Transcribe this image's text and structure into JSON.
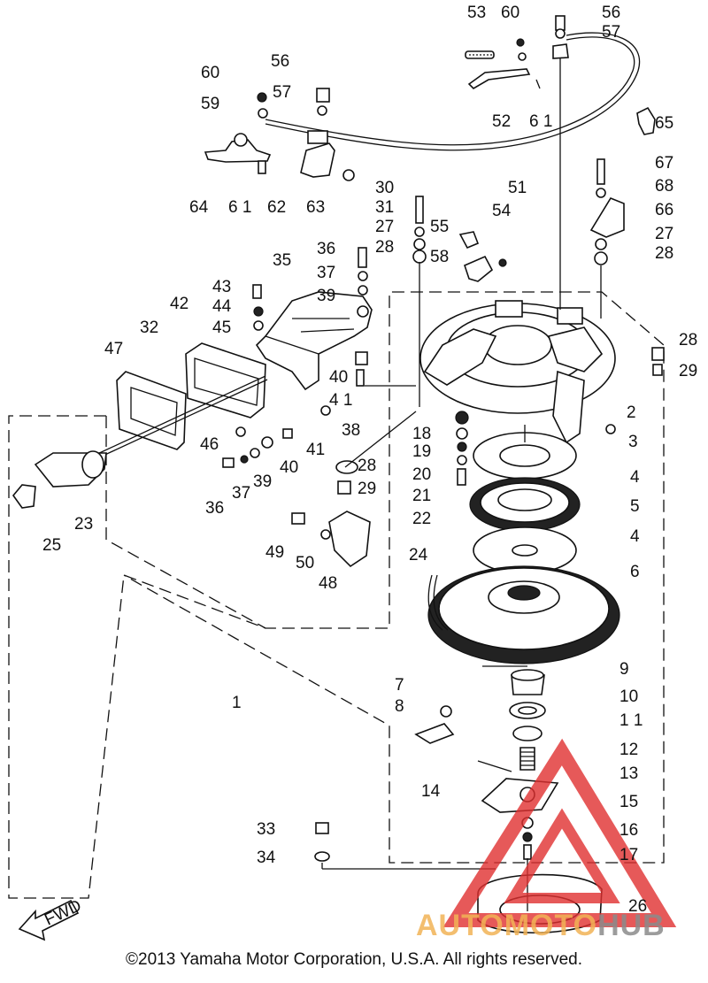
{
  "diagram": {
    "direction_label": "FWD",
    "copyright": "©2013 Yamaha Motor Corporation, U.S.A. All rights reserved.",
    "watermark": {
      "text_left": "AUTOMOTO",
      "text_right": "HUB",
      "color_main": "#f2b356",
      "color_hub": "#8b8b8b",
      "triangle_color": "#e03030"
    },
    "callouts": [
      {
        "id": "c53",
        "text": "53"
      },
      {
        "id": "c60a",
        "text": "60"
      },
      {
        "id": "c56a",
        "text": "56"
      },
      {
        "id": "c57a",
        "text": "57"
      },
      {
        "id": "c65",
        "text": "65"
      },
      {
        "id": "c52",
        "text": "52"
      },
      {
        "id": "c61a",
        "text": "6 1"
      },
      {
        "id": "c60b",
        "text": "60"
      },
      {
        "id": "c56b",
        "text": "56"
      },
      {
        "id": "c59",
        "text": "59"
      },
      {
        "id": "c57b",
        "text": "57"
      },
      {
        "id": "c64",
        "text": "64"
      },
      {
        "id": "c61b",
        "text": "6 1"
      },
      {
        "id": "c62",
        "text": "62"
      },
      {
        "id": "c63",
        "text": "63"
      },
      {
        "id": "c51",
        "text": "51"
      },
      {
        "id": "c67",
        "text": "67"
      },
      {
        "id": "c68",
        "text": "68"
      },
      {
        "id": "c66",
        "text": "66"
      },
      {
        "id": "c27a",
        "text": "27"
      },
      {
        "id": "c28a",
        "text": "28"
      },
      {
        "id": "c30",
        "text": "30"
      },
      {
        "id": "c31",
        "text": "31"
      },
      {
        "id": "c27b",
        "text": "27"
      },
      {
        "id": "c28b",
        "text": "28"
      },
      {
        "id": "c55",
        "text": "55"
      },
      {
        "id": "c54",
        "text": "54"
      },
      {
        "id": "c58",
        "text": "58"
      },
      {
        "id": "c36a",
        "text": "36"
      },
      {
        "id": "c37a",
        "text": "37"
      },
      {
        "id": "c39a",
        "text": "39"
      },
      {
        "id": "c35",
        "text": "35"
      },
      {
        "id": "c43",
        "text": "43"
      },
      {
        "id": "c44",
        "text": "44"
      },
      {
        "id": "c45",
        "text": "45"
      },
      {
        "id": "c42",
        "text": "42"
      },
      {
        "id": "c32",
        "text": "32"
      },
      {
        "id": "c47",
        "text": "47"
      },
      {
        "id": "c28c",
        "text": "28"
      },
      {
        "id": "c29a",
        "text": "29"
      },
      {
        "id": "c40a",
        "text": "40"
      },
      {
        "id": "c41a",
        "text": "4 1"
      },
      {
        "id": "c2",
        "text": "2"
      },
      {
        "id": "c3",
        "text": "3"
      },
      {
        "id": "c38",
        "text": "38"
      },
      {
        "id": "c18",
        "text": "18"
      },
      {
        "id": "c19",
        "text": "19"
      },
      {
        "id": "c20",
        "text": "20"
      },
      {
        "id": "c21",
        "text": "21"
      },
      {
        "id": "c22",
        "text": "22"
      },
      {
        "id": "c46",
        "text": "46"
      },
      {
        "id": "c41b",
        "text": "41"
      },
      {
        "id": "c40b",
        "text": "40"
      },
      {
        "id": "c39b",
        "text": "39"
      },
      {
        "id": "c37b",
        "text": "37"
      },
      {
        "id": "c36b",
        "text": "36"
      },
      {
        "id": "c28d",
        "text": "28"
      },
      {
        "id": "c29b",
        "text": "29"
      },
      {
        "id": "c4a",
        "text": "4"
      },
      {
        "id": "c5",
        "text": "5"
      },
      {
        "id": "c4b",
        "text": "4"
      },
      {
        "id": "c6",
        "text": "6"
      },
      {
        "id": "c23",
        "text": "23"
      },
      {
        "id": "c25",
        "text": "25"
      },
      {
        "id": "c49",
        "text": "49"
      },
      {
        "id": "c50",
        "text": "50"
      },
      {
        "id": "c48",
        "text": "48"
      },
      {
        "id": "c24",
        "text": "24"
      },
      {
        "id": "c1",
        "text": "1"
      },
      {
        "id": "c9",
        "text": "9"
      },
      {
        "id": "c7",
        "text": "7"
      },
      {
        "id": "c8",
        "text": "8"
      },
      {
        "id": "c10",
        "text": "10"
      },
      {
        "id": "c11",
        "text": "1 1"
      },
      {
        "id": "c12",
        "text": "12"
      },
      {
        "id": "c13",
        "text": "13"
      },
      {
        "id": "c14",
        "text": "14"
      },
      {
        "id": "c15",
        "text": "15"
      },
      {
        "id": "c16",
        "text": "16"
      },
      {
        "id": "c17",
        "text": "17"
      },
      {
        "id": "c33",
        "text": "33"
      },
      {
        "id": "c34",
        "text": "34"
      },
      {
        "id": "c26",
        "text": "26"
      }
    ]
  }
}
